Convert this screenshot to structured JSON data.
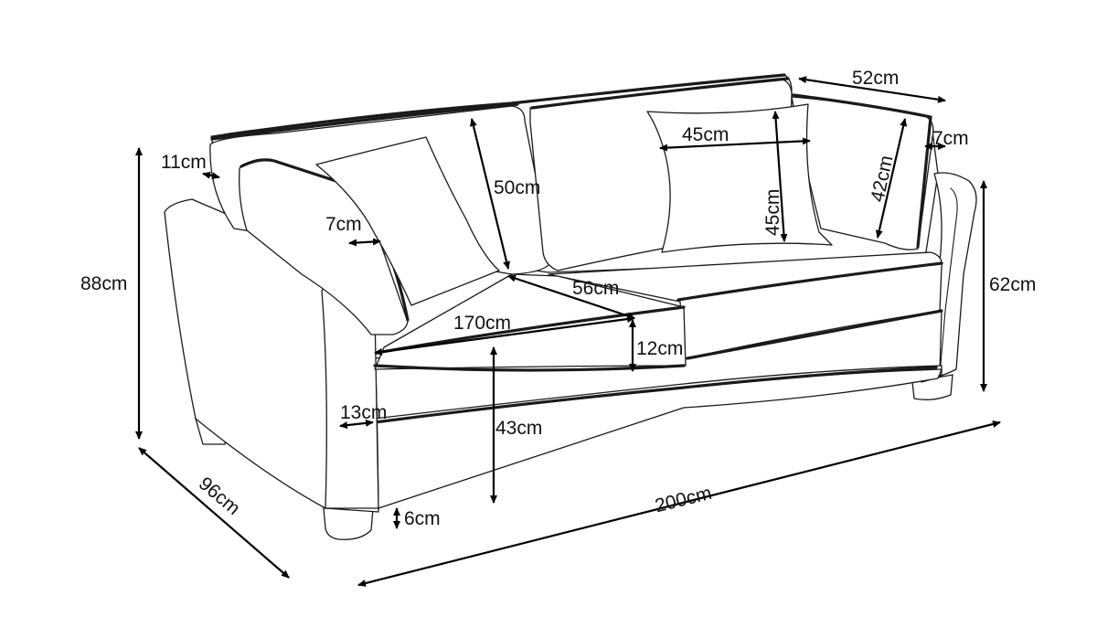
{
  "dimensions": {
    "total_height": "88cm",
    "depth": "96cm",
    "width": "200cm",
    "arm_height": "62cm",
    "back_cushion_depth": "52cm",
    "back_cushion_top_thickness": "11cm",
    "side_cushion_thickness_left": "7cm",
    "side_cushion_thickness_right": "7cm",
    "back_cushion_height": "50cm",
    "pillow_width": "45cm",
    "pillow_height": "45cm",
    "side_cushion_height": "42cm",
    "seat_depth": "56cm",
    "seat_width": "170cm",
    "seat_cushion_thickness": "12cm",
    "arm_width": "13cm",
    "seat_height": "43cm",
    "leg_height": "6cm"
  },
  "colors": {
    "line": "#1a1a1a",
    "dimension_arrow": "#000000",
    "background": "#ffffff"
  }
}
